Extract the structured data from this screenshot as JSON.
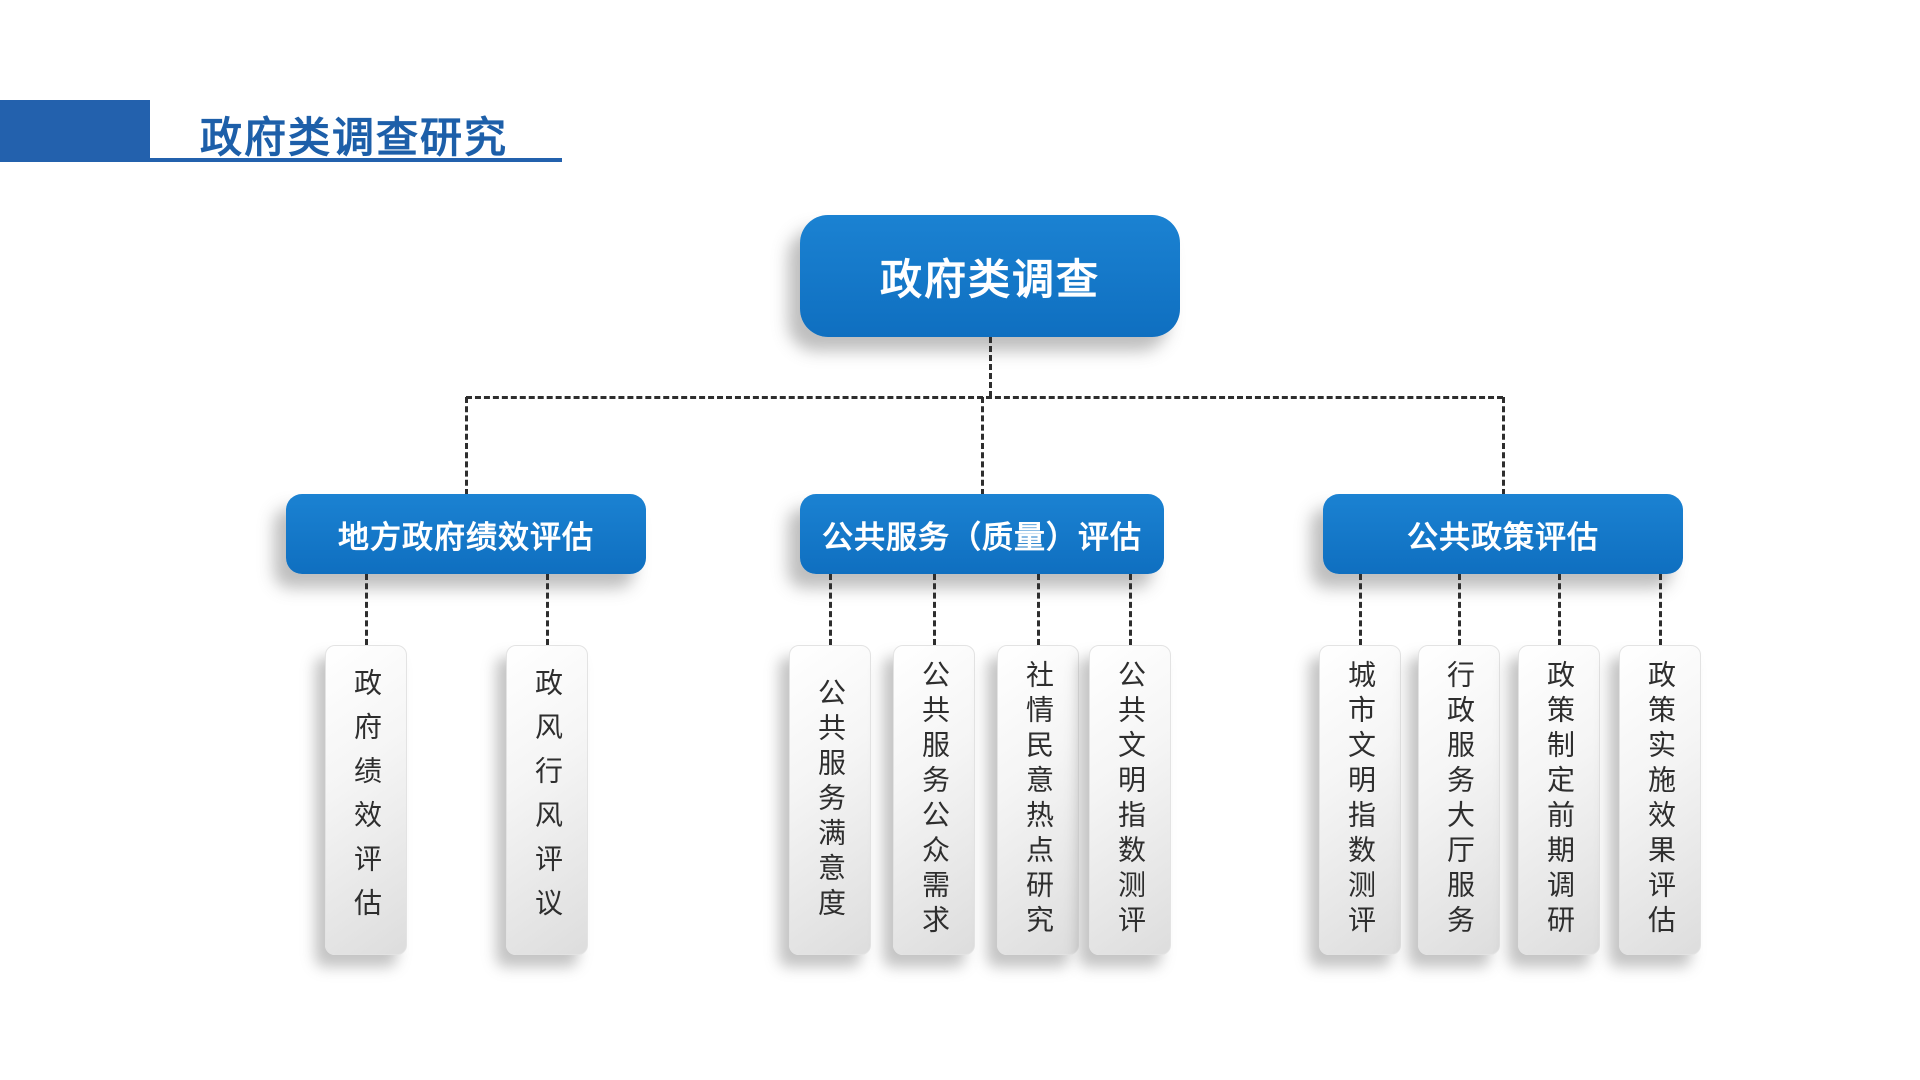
{
  "slide": {
    "title": "政府类调查研究"
  },
  "tree": {
    "root": {
      "label": "政府类调查"
    },
    "branches": [
      {
        "label": "地方政府绩效评估",
        "leaves": [
          "政府绩效评估",
          "政风行风评议"
        ]
      },
      {
        "label": "公共服务（质量）评估",
        "leaves": [
          "公共服务满意度",
          "公共服务公众需求",
          "社情民意热点研究",
          "公共文明指数测评"
        ]
      },
      {
        "label": "公共政策评估",
        "leaves": [
          "城市文明指数测评",
          "行政服务大厅服务",
          "政策制定前期调研",
          "政策实施效果评估"
        ]
      }
    ]
  },
  "colors": {
    "title_blue": "#1d5fa9",
    "header_bar_blue": "#2361ad",
    "node_blue": "#1276c8",
    "leaf_text": "#2e2e2e",
    "connector": "#2e2e2e",
    "background": "#ffffff"
  }
}
